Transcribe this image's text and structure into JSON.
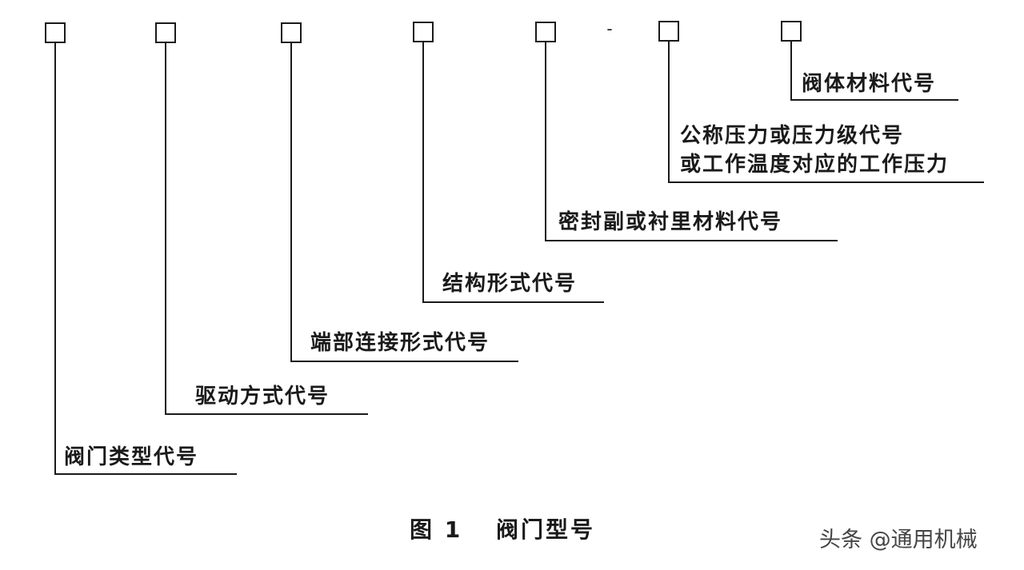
{
  "diagram": {
    "separator": "-",
    "fields": [
      {
        "id": "body-material",
        "lines": [
          "阀体材料代号"
        ]
      },
      {
        "id": "pressure",
        "lines": [
          "公称压力或压力级代号",
          "或工作温度对应的工作压力"
        ]
      },
      {
        "id": "seal-material",
        "lines": [
          "密封副或衬里材料代号"
        ]
      },
      {
        "id": "structure",
        "lines": [
          "结构形式代号"
        ]
      },
      {
        "id": "end-connection",
        "lines": [
          "端部连接形式代号"
        ]
      },
      {
        "id": "drive-mode",
        "lines": [
          "驱动方式代号"
        ]
      },
      {
        "id": "valve-type",
        "lines": [
          "阀门类型代号"
        ]
      }
    ],
    "caption": {
      "figure_number": "图 1",
      "title": "阀门型号"
    }
  },
  "watermark": "头条 @通用机械",
  "colors": {
    "ink": "#1a1a1a",
    "background": "#ffffff",
    "watermark": "#444444"
  }
}
